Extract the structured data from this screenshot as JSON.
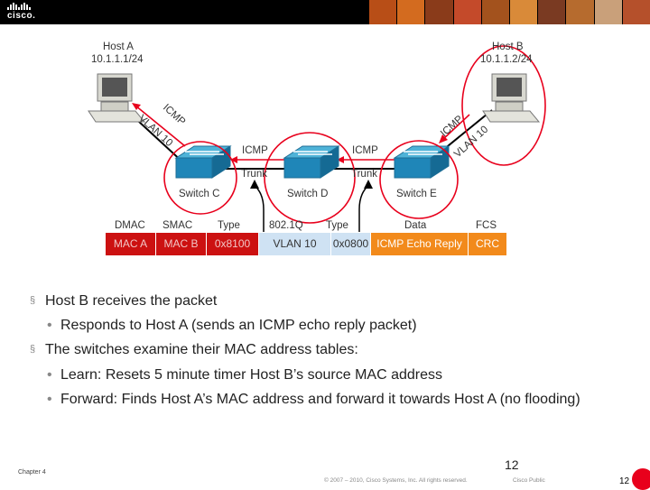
{
  "header": {
    "brand": "cisco.",
    "photo_colors": [
      "#b84e17",
      "#d36b1f",
      "#8a3b1a",
      "#c44a2a",
      "#a3521d",
      "#d98a39",
      "#7a3a22",
      "#b66b2e",
      "#c9a07a",
      "#b5502b"
    ]
  },
  "hosts": {
    "a": {
      "name": "Host A",
      "ip": "10.1.1.1/24"
    },
    "b": {
      "name": "Host B",
      "ip": "10.1.1.2/24"
    }
  },
  "links": {
    "icmp": "ICMP",
    "vlan": "VLAN 10",
    "trunk": "Trunk"
  },
  "switches": {
    "c": "Switch C",
    "d": "Switch D",
    "e": "Switch E"
  },
  "frame": {
    "headers": {
      "dmac": "DMAC",
      "smac": "SMAC",
      "type": "Type",
      "dot1q": "802.1Q",
      "type2": "Type",
      "data": "Data",
      "fcs": "FCS"
    },
    "cells": {
      "dmac": "MAC A",
      "smac": "MAC B",
      "type": "0x8100",
      "dot1q": "VLAN 10",
      "type2": "0x0800",
      "data": "ICMP Echo Reply",
      "fcs": "CRC"
    },
    "colors": {
      "red": "#cc1111",
      "blue": "#cfe2f3",
      "orange": "#f28a1b"
    }
  },
  "bullets": [
    {
      "level": 1,
      "text": "Host B receives the packet"
    },
    {
      "level": 2,
      "text": "Responds to Host A (sends an ICMP echo reply packet)"
    },
    {
      "level": 1,
      "text": "The switches examine their MAC address tables:"
    },
    {
      "level": 2,
      "text": "Learn: Resets 5 minute timer Host B’s source MAC address"
    },
    {
      "level": 2,
      "text": "Forward: Finds Host A’s MAC address and forward it towards Host A (no flooding)"
    }
  ],
  "bullet_marks": {
    "level1": "§",
    "level2": "•"
  },
  "footer": {
    "chapter": "Chapter 4",
    "page": "12",
    "copyright": "© 2007 – 2010, Cisco Systems, Inc. All rights reserved.",
    "classification": "Cisco Public",
    "corner_page": "12"
  }
}
